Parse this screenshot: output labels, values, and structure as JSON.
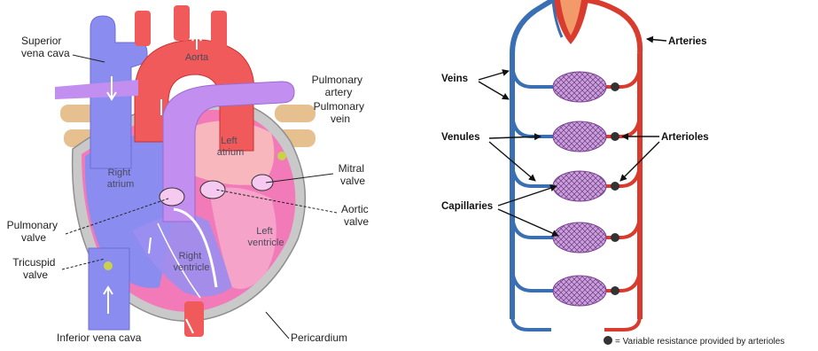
{
  "heart": {
    "labels": {
      "superior_vena_cava": [
        "Superior",
        "vena cava"
      ],
      "aorta": "Aorta",
      "pulmonary_artery": [
        "Pulmonary",
        "artery"
      ],
      "pulmonary_vein": [
        "Pulmonary",
        "vein"
      ],
      "left_atrium": [
        "Left",
        "atrium"
      ],
      "right_atrium": [
        "Right",
        "atrium"
      ],
      "mitral_valve": [
        "Mitral",
        "valve"
      ],
      "aortic_valve": [
        "Aortic",
        "valve"
      ],
      "left_ventricle": [
        "Left",
        "ventricle"
      ],
      "right_ventricle": [
        "Right",
        "ventricle"
      ],
      "pulmonary_valve": [
        "Pulmonary",
        "valve"
      ],
      "tricuspid_valve": [
        "Tricuspid",
        "valve"
      ],
      "inferior_vena_cava": "Inferior vena cava",
      "pericardium": "Pericardium"
    },
    "colors": {
      "vein_blue": "#8a8cf0",
      "artery_red": "#f05a5a",
      "pulmonary_purple": "#c28ef0",
      "muscle_pink": "#f27ab8",
      "pericardium_gray": "#b9b9b9"
    }
  },
  "circulation": {
    "labels": {
      "arteries": "Arteries",
      "veins": "Veins",
      "venules": "Venules",
      "arterioles": "Arterioles",
      "capillaries": "Capillaries"
    },
    "legend_text": "= Variable resistance provided by arterioles",
    "colors": {
      "vein": "#3b6fb3",
      "artery": "#d93b2e",
      "capillary": "#8a4f9e"
    }
  }
}
